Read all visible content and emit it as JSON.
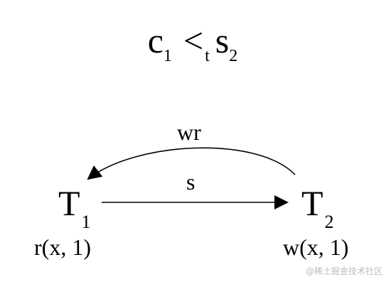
{
  "formula": {
    "left_base": "c",
    "left_sub": "1",
    "relation": "<",
    "relation_sub": "t",
    "right_base": "s",
    "right_sub": "2"
  },
  "nodes": [
    {
      "id": "T1",
      "base": "T",
      "sub": "1",
      "operation": "r(x, 1)"
    },
    {
      "id": "T2",
      "base": "T",
      "sub": "2",
      "operation": "w(x, 1)"
    }
  ],
  "edges": [
    {
      "from": "T2",
      "to": "T1",
      "label": "wr",
      "style": "curved"
    },
    {
      "from": "T1",
      "to": "T2",
      "label": "s",
      "style": "straight"
    }
  ],
  "colors": {
    "ink": "#000000",
    "watermark": "#bcbcbc"
  },
  "watermark": "@稀土掘金技术社区"
}
